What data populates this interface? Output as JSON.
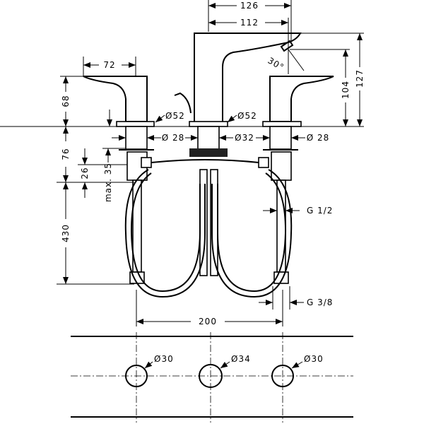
{
  "dimensions": {
    "spout_projection_total": "126",
    "spout_projection": "112",
    "spout_angle": "30°",
    "spout_outlet_height": "104",
    "spout_total_height": "127",
    "handle_length": "72",
    "handle_height": "68",
    "left_rosette_diameter": "Ø52",
    "center_rosette_diameter": "Ø52",
    "left_shank_diameter": "Ø 28",
    "center_shank_diameter": "Ø32",
    "right_shank_diameter": "Ø 28",
    "shank_length": "76",
    "thread_length": "26",
    "max_deck_thickness": "max. 35",
    "hose_length": "430",
    "inlet_thread": "G 1/2",
    "outlet_thread": "G 3/8",
    "spread": "200",
    "left_hole": "Ø30",
    "center_hole": "Ø34",
    "right_hole": "Ø30"
  }
}
